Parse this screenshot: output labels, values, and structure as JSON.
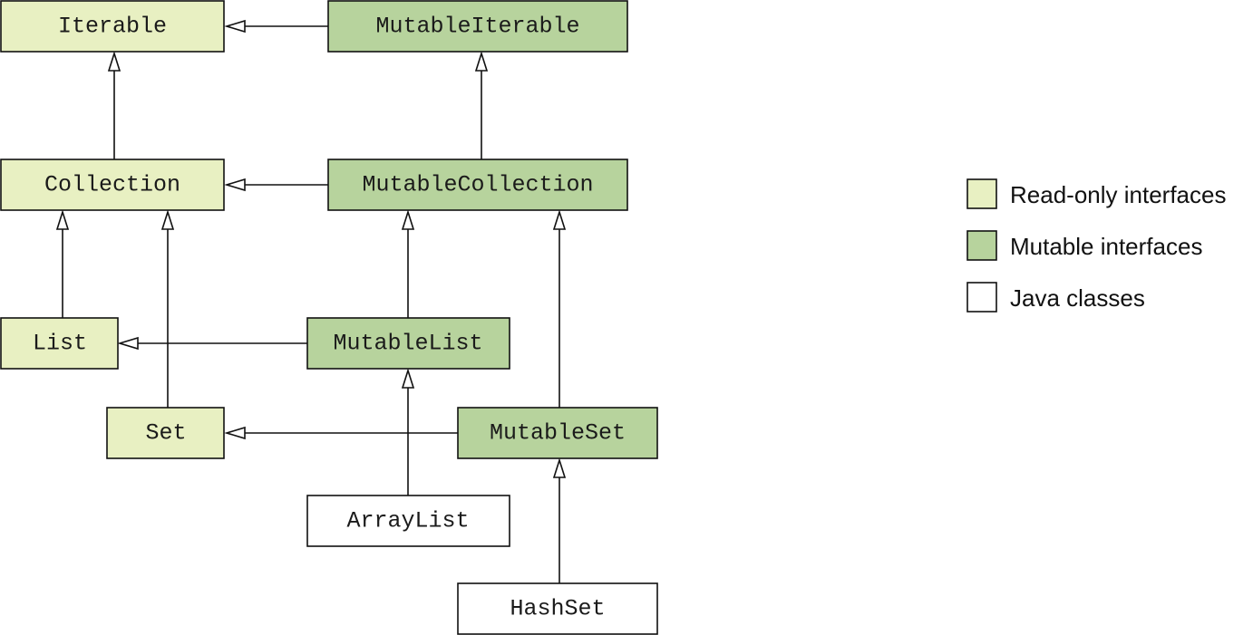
{
  "colors": {
    "readonly": "#e8f0c2",
    "mutable": "#b7d39d",
    "java": "#ffffff",
    "stroke": "#111111"
  },
  "nodes": {
    "iterable": {
      "label": "Iterable",
      "kind": "readonly"
    },
    "mutable_iterable": {
      "label": "MutableIterable",
      "kind": "mutable"
    },
    "collection": {
      "label": "Collection",
      "kind": "readonly"
    },
    "mutable_collection": {
      "label": "MutableCollection",
      "kind": "mutable"
    },
    "list": {
      "label": "List",
      "kind": "readonly"
    },
    "mutable_list": {
      "label": "MutableList",
      "kind": "mutable"
    },
    "set": {
      "label": "Set",
      "kind": "readonly"
    },
    "mutable_set": {
      "label": "MutableSet",
      "kind": "mutable"
    },
    "array_list": {
      "label": "ArrayList",
      "kind": "java"
    },
    "hash_set": {
      "label": "HashSet",
      "kind": "java"
    }
  },
  "edges": [
    {
      "from": "mutable_iterable",
      "to": "iterable"
    },
    {
      "from": "collection",
      "to": "iterable"
    },
    {
      "from": "mutable_collection",
      "to": "mutable_iterable"
    },
    {
      "from": "mutable_collection",
      "to": "collection"
    },
    {
      "from": "list",
      "to": "collection"
    },
    {
      "from": "set",
      "to": "collection"
    },
    {
      "from": "mutable_list",
      "to": "mutable_collection"
    },
    {
      "from": "mutable_list",
      "to": "list"
    },
    {
      "from": "mutable_set",
      "to": "mutable_collection"
    },
    {
      "from": "mutable_set",
      "to": "set"
    },
    {
      "from": "array_list",
      "to": "mutable_list"
    },
    {
      "from": "hash_set",
      "to": "mutable_set"
    }
  ],
  "legend": {
    "readonly_label": "Read-only interfaces",
    "mutable_label": "Mutable interfaces",
    "java_label": "Java classes"
  }
}
